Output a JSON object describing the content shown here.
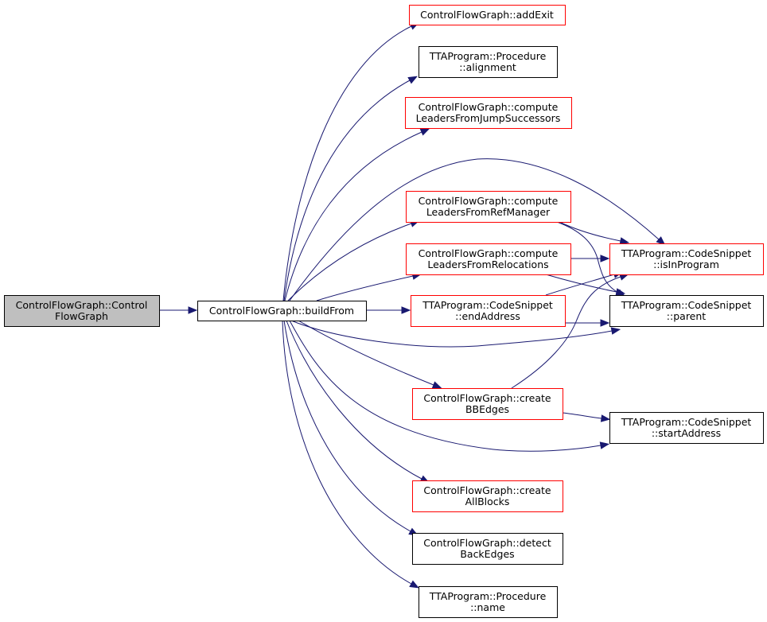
{
  "colors": {
    "edge": "#191970",
    "border_default": "#000000",
    "border_truncated": "#ff0000",
    "focus_fill": "#bfbfbf",
    "node_fill": "#ffffff"
  },
  "nodes": [
    {
      "id": "cfg_ctor",
      "lines": [
        "ControlFlowGraph::Control",
        "FlowGraph"
      ],
      "style": "focus"
    },
    {
      "id": "buildFrom",
      "lines": [
        "ControlFlowGraph::buildFrom"
      ],
      "style": "normal"
    },
    {
      "id": "addExit",
      "lines": [
        "ControlFlowGraph::addExit"
      ],
      "style": "truncated"
    },
    {
      "id": "alignment",
      "lines": [
        "TTAProgram::Procedure",
        "::alignment"
      ],
      "style": "normal"
    },
    {
      "id": "jumpSucc",
      "lines": [
        "ControlFlowGraph::compute",
        "LeadersFromJumpSuccessors"
      ],
      "style": "truncated"
    },
    {
      "id": "refManager",
      "lines": [
        "ControlFlowGraph::compute",
        "LeadersFromRefManager"
      ],
      "style": "truncated"
    },
    {
      "id": "relocations",
      "lines": [
        "ControlFlowGraph::compute",
        "LeadersFromRelocations"
      ],
      "style": "truncated"
    },
    {
      "id": "endAddress",
      "lines": [
        "TTAProgram::CodeSnippet",
        "::endAddress"
      ],
      "style": "truncated"
    },
    {
      "id": "bbEdges",
      "lines": [
        "ControlFlowGraph::create",
        "BBEdges"
      ],
      "style": "truncated"
    },
    {
      "id": "allBlocks",
      "lines": [
        "ControlFlowGraph::create",
        "AllBlocks"
      ],
      "style": "truncated"
    },
    {
      "id": "backEdges",
      "lines": [
        "ControlFlowGraph::detect",
        "BackEdges"
      ],
      "style": "normal"
    },
    {
      "id": "name",
      "lines": [
        "TTAProgram::Procedure",
        "::name"
      ],
      "style": "normal"
    },
    {
      "id": "isInProgram",
      "lines": [
        "TTAProgram::CodeSnippet",
        "::isInProgram"
      ],
      "style": "truncated"
    },
    {
      "id": "parent",
      "lines": [
        "TTAProgram::CodeSnippet",
        "::parent"
      ],
      "style": "normal"
    },
    {
      "id": "startAddress",
      "lines": [
        "TTAProgram::CodeSnippet",
        "::startAddress"
      ],
      "style": "normal"
    }
  ],
  "edges": [
    {
      "from": "cfg_ctor",
      "to": "buildFrom"
    },
    {
      "from": "buildFrom",
      "to": "addExit"
    },
    {
      "from": "buildFrom",
      "to": "alignment"
    },
    {
      "from": "buildFrom",
      "to": "jumpSucc"
    },
    {
      "from": "buildFrom",
      "to": "refManager"
    },
    {
      "from": "buildFrom",
      "to": "relocations"
    },
    {
      "from": "buildFrom",
      "to": "endAddress"
    },
    {
      "from": "buildFrom",
      "to": "bbEdges"
    },
    {
      "from": "buildFrom",
      "to": "allBlocks"
    },
    {
      "from": "buildFrom",
      "to": "backEdges"
    },
    {
      "from": "buildFrom",
      "to": "name"
    },
    {
      "from": "buildFrom",
      "to": "isInProgram"
    },
    {
      "from": "buildFrom",
      "to": "parent"
    },
    {
      "from": "buildFrom",
      "to": "startAddress"
    },
    {
      "from": "refManager",
      "to": "isInProgram"
    },
    {
      "from": "refManager",
      "to": "parent"
    },
    {
      "from": "relocations",
      "to": "isInProgram"
    },
    {
      "from": "relocations",
      "to": "parent"
    },
    {
      "from": "endAddress",
      "to": "isInProgram"
    },
    {
      "from": "endAddress",
      "to": "parent"
    },
    {
      "from": "bbEdges",
      "to": "isInProgram"
    },
    {
      "from": "bbEdges",
      "to": "startAddress"
    }
  ]
}
